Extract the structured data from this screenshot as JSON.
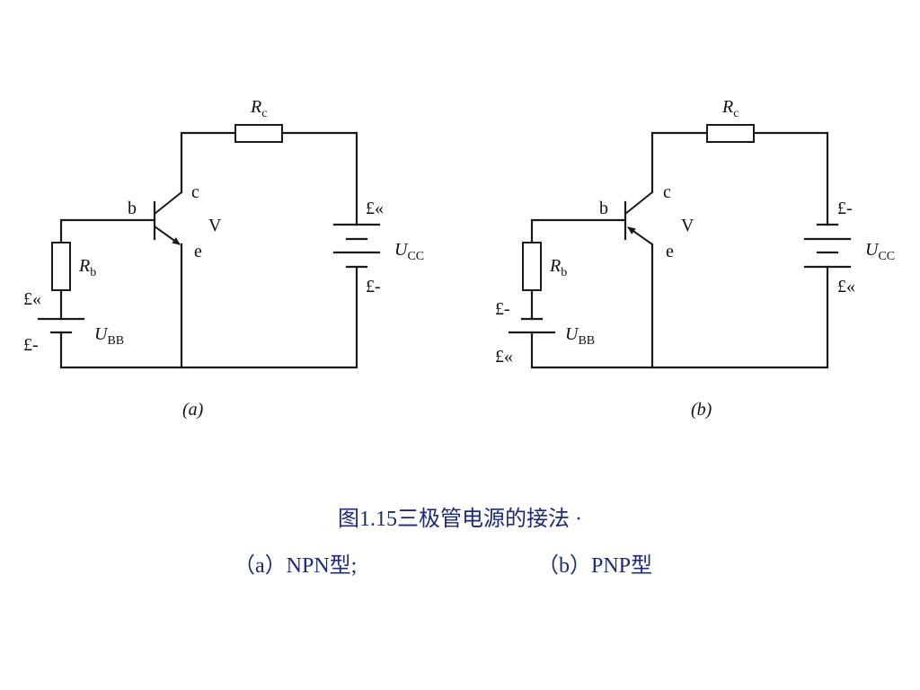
{
  "circuit_a": {
    "resistor_c": "R",
    "resistor_c_sub": "c",
    "resistor_b": "R",
    "resistor_b_sub": "b",
    "pin_b": "b",
    "pin_c": "c",
    "pin_e": "e",
    "transistor": "V",
    "supply_cc": "U",
    "supply_cc_sub": "CC",
    "supply_bb": "U",
    "supply_bb_sub": "BB",
    "cc_top": "£«",
    "cc_bottom": "£-",
    "bb_top": "£«",
    "bb_bottom": "£-",
    "label": "(a)"
  },
  "circuit_b": {
    "resistor_c": "R",
    "resistor_c_sub": "c",
    "resistor_b": "R",
    "resistor_b_sub": "b",
    "pin_b": "b",
    "pin_c": "c",
    "pin_e": "e",
    "transistor": "V",
    "supply_cc": "U",
    "supply_cc_sub": "CC",
    "supply_bb": "U",
    "supply_bb_sub": "BB",
    "cc_top": "£-",
    "cc_bottom": "£«",
    "bb_top": "£-",
    "bb_bottom": "£«",
    "label": "(b)"
  },
  "caption": {
    "title": "图1.15三极管电源的接法 ·",
    "a": "（a）NPN型;",
    "b": "（b）PNP型"
  },
  "colors": {
    "line": "#1a1a1a",
    "caption": "#1c2a7a"
  }
}
